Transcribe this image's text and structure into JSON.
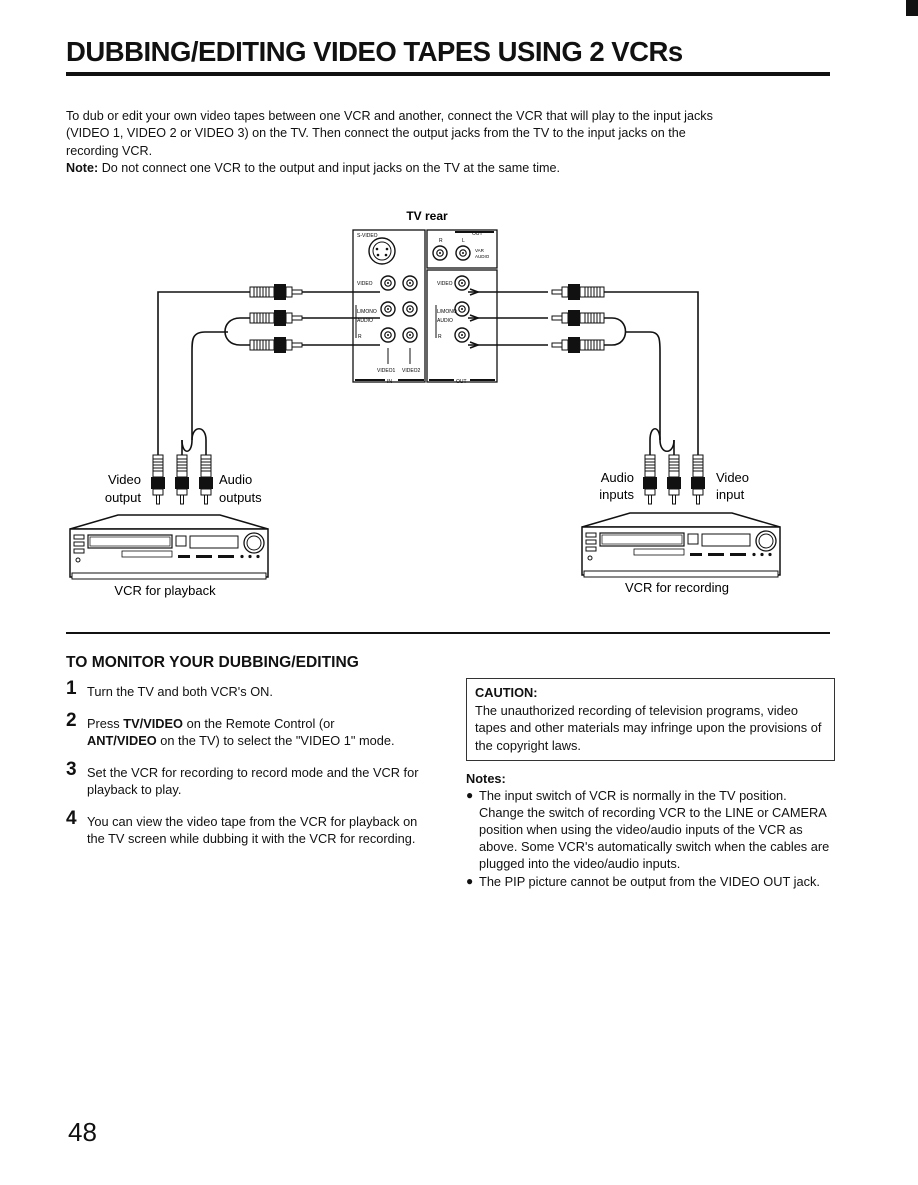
{
  "title": "DUBBING/EDITING VIDEO TAPES USING 2 VCRs",
  "intro": {
    "line1": "To dub or edit your own video tapes between one VCR and another, connect the VCR that will play to the input jacks",
    "line2": "(VIDEO 1, VIDEO 2 or VIDEO 3) on the TV.  Then connect the output jacks from the TV to the input jacks on the",
    "line3": "recording VCR.",
    "note_label": "Note:",
    "note_text": "Do not connect one VCR to the output and input jacks on the TV at the same time."
  },
  "diagram": {
    "tv_rear_label": "TV rear",
    "panel": {
      "s_video": "S-VIDEO",
      "out_top": "OUT",
      "r": "R",
      "l": "L",
      "var": "VAR",
      "audio_small": "AUDIO",
      "video": "VIDEO",
      "l_mono": "L/MONO",
      "audio": "AUDIO",
      "r_small": "R",
      "video1": "VIDEO1",
      "video2": "VIDEO2",
      "in": "IN",
      "out": "OUT"
    },
    "left": {
      "video": "Video",
      "output": "output",
      "audio": "Audio",
      "outputs": "outputs",
      "caption": "VCR for playback"
    },
    "right": {
      "audio": "Audio",
      "inputs": "inputs",
      "video": "Video",
      "input": "input",
      "caption": "VCR for recording"
    }
  },
  "monitor": {
    "heading": "TO MONITOR YOUR DUBBING/EDITING",
    "steps": [
      {
        "num": "1",
        "text": "Turn the TV and both VCR's ON."
      },
      {
        "num": "2",
        "text_a": "Press ",
        "bold_a": "TV/VIDEO",
        "text_b": " on the Remote Control (or",
        "bold_b": "ANT/VIDEO",
        "text_c": " on the TV) to select the \"VIDEO 1\" mode."
      },
      {
        "num": "3",
        "text": "Set the VCR for recording to record mode and the VCR for playback to play."
      },
      {
        "num": "4",
        "text": "You can view the video tape from the VCR for playback on the TV screen while dubbing it with the VCR for recording."
      }
    ]
  },
  "caution": {
    "title": "CAUTION:",
    "text": "The unauthorized recording of television programs, video tapes and other materials may infringe upon the provisions of the copyright laws."
  },
  "notes": {
    "title": "Notes:",
    "items": [
      "The input switch of VCR is normally in the TV position. Change the switch of recording VCR to the LINE or CAMERA position when using the video/audio inputs of the VCR as above.  Some VCR's automatically switch when the cables are plugged into the video/audio inputs.",
      "The PIP picture cannot be output from the VIDEO OUT jack."
    ]
  },
  "page_number": "48"
}
